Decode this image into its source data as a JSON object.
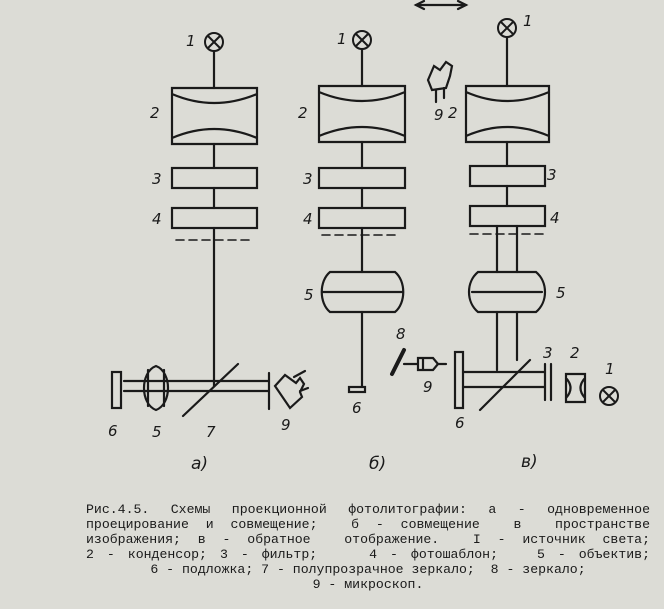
{
  "diagram": {
    "schemes": [
      {
        "caption": "а)",
        "labels": {
          "source": "1",
          "condenser": "2",
          "filter": "3",
          "photomask": "4",
          "substrate": "6",
          "lens": "5",
          "mirror": "7",
          "microscope": "9"
        }
      },
      {
        "caption": "б)",
        "labels": {
          "source": "1",
          "condenser": "2",
          "filter": "3",
          "photomask": "4",
          "lens": "5",
          "substrate": "6",
          "mirror": "8",
          "microscope": "9",
          "microscope_top": "9"
        }
      },
      {
        "caption": "в)",
        "labels": {
          "source": "1",
          "condenser": "2",
          "filter": "3",
          "photomask": "4",
          "lens": "5",
          "substrate": "6",
          "side_filter": "3",
          "side_condenser": "2",
          "side_source": "1"
        }
      }
    ]
  },
  "caption": {
    "lines": [
      "Рис.4.5. Схемы проекционной фотолитографии: а - одновременное",
      "проецирование и совмещение;  б - совмещение  в  пространстве",
      "изображения; в - обратное  отображение.  I - источник света;",
      "2 - конденсор; 3 - фильтр;    4 - фотошаблон;   5 - объектив;",
      "6 - подложка; 7 - полупрозрачное зеркало;  8 - зеркало;",
      "9 - микроскоп."
    ]
  }
}
